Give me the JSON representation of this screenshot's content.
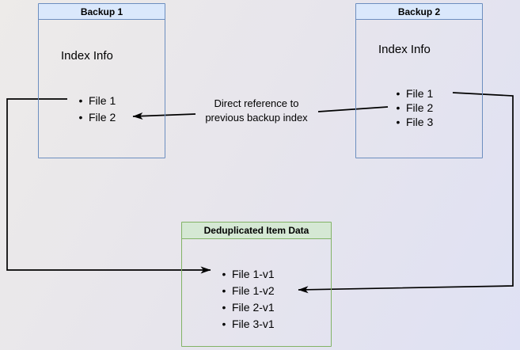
{
  "backup1": {
    "title": "Backup 1",
    "subtitle": "Index Info",
    "items": [
      "File 1",
      "File 2"
    ]
  },
  "backup2": {
    "title": "Backup 2",
    "subtitle": "Index Info",
    "items": [
      "File 1",
      "File 2",
      "File 3"
    ]
  },
  "dedup": {
    "title": "Deduplicated Item Data",
    "items": [
      "File 1-v1",
      "File 1-v2",
      "File 2-v1",
      "File 3-v1"
    ]
  },
  "edge_label": {
    "line1": "Direct reference to",
    "line2": "previous backup index"
  },
  "colors": {
    "blue_fill": "#dae8fc",
    "blue_border": "#6c8ebf",
    "green_fill": "#d5e8d4",
    "green_border": "#82b366",
    "arrow_color": "#000000",
    "text_color": "#000000"
  }
}
